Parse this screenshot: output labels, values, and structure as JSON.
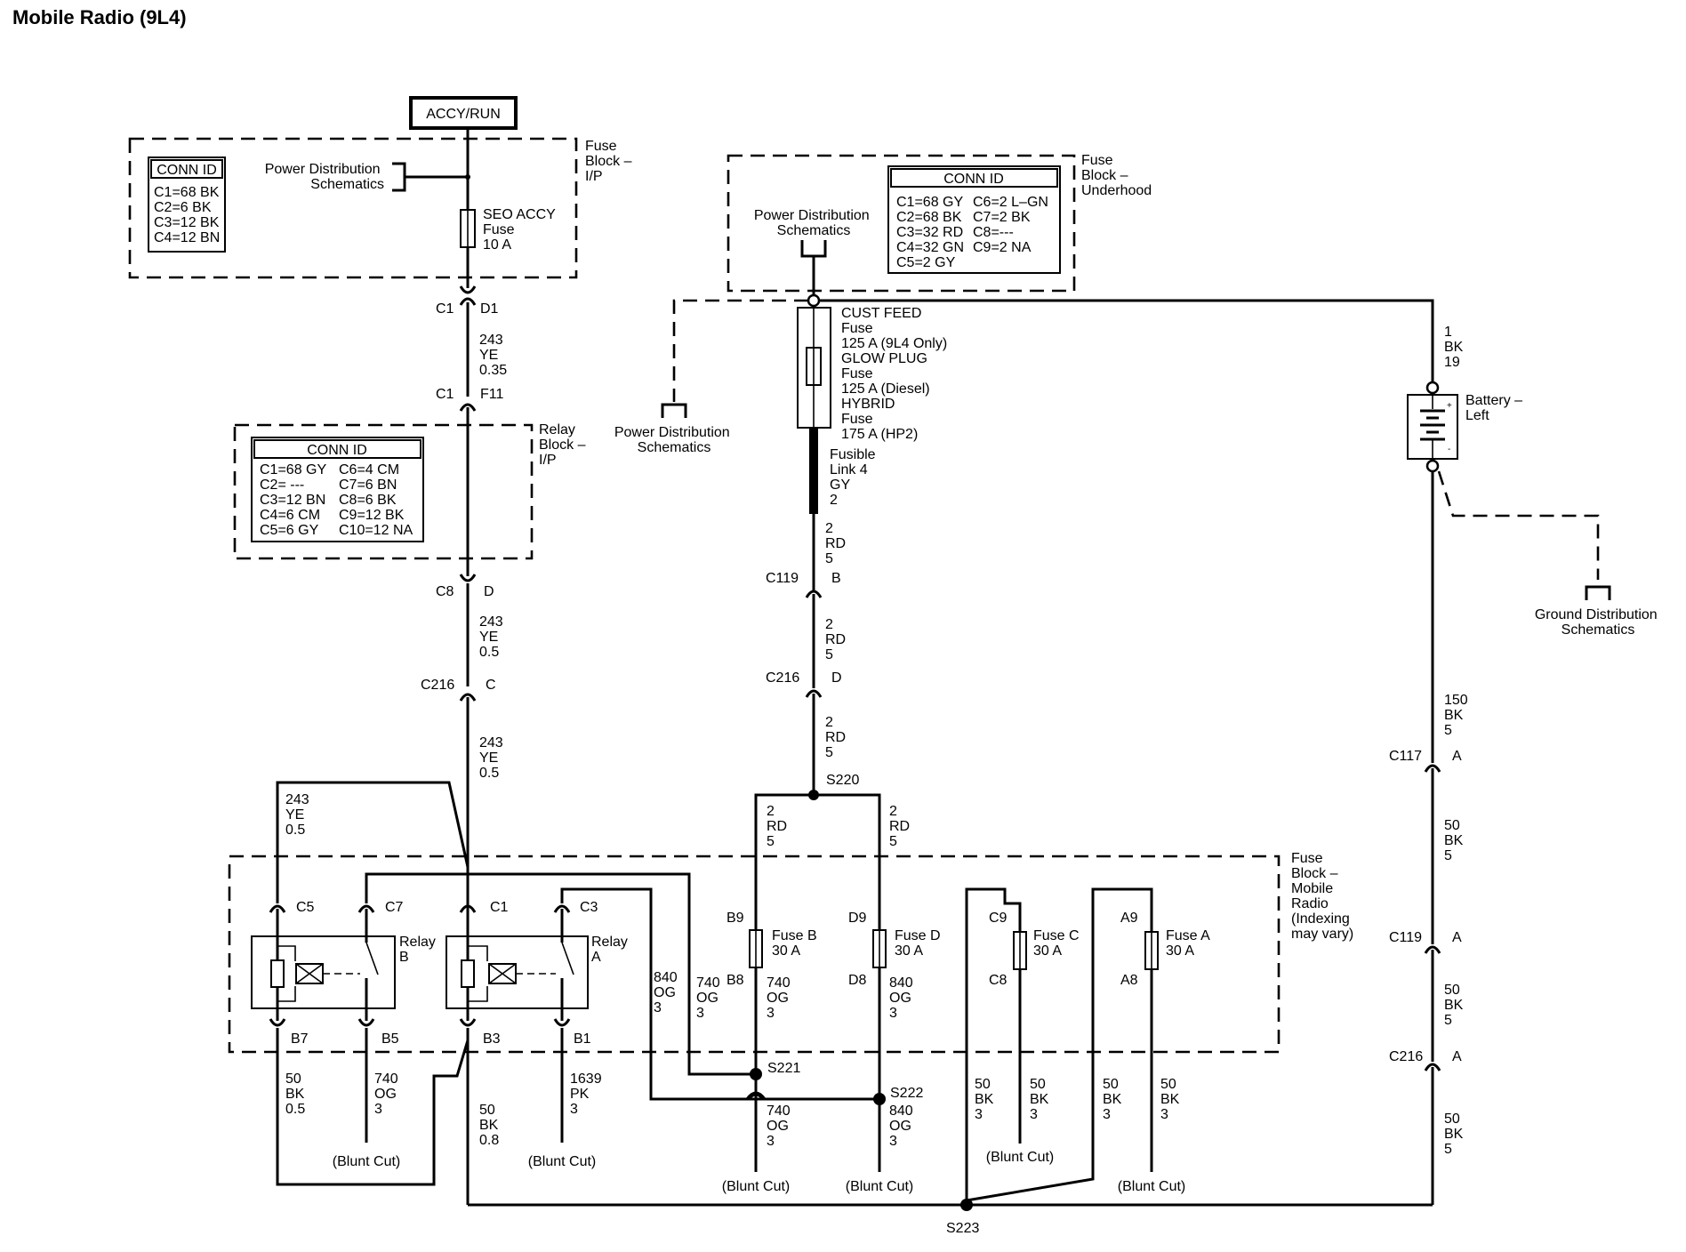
{
  "title": "Mobile Radio (9L4)",
  "top_power": "ACCY/RUN",
  "fuse_block_ip": {
    "label": [
      "Fuse",
      "Block –",
      "I/P"
    ],
    "conn_id_title": "CONN ID",
    "conn_ids": [
      "C1=68 BK",
      "C2=6 BK",
      "C3=12 BK",
      "C4=12 BN"
    ],
    "power_dist": [
      "Power Distribution",
      "Schematics"
    ],
    "fuse": [
      "SEO  ACCY",
      "Fuse",
      "10 A"
    ]
  },
  "relay_block_ip": {
    "label": [
      "Relay",
      "Block –",
      "I/P"
    ],
    "conn_id_title": "CONN ID",
    "conn_ids_left": [
      "C1=68 GY",
      "C2= ---",
      "C3=12 BN",
      "C4=6 CM",
      "C5=6 GY"
    ],
    "conn_ids_right": [
      "C6=4 CM",
      "C7=6 BN",
      "C8=6 BK",
      "C9=12 BK",
      "C10=12 NA"
    ]
  },
  "fuse_block_underhood": {
    "label": [
      "Fuse",
      "Block –",
      "Underhood"
    ],
    "conn_id_title": "CONN ID",
    "conn_ids_left": [
      "C1=68 GY",
      "C2=68 BK",
      "C3=32 RD",
      "C4=32 GN",
      "C5=2 GY"
    ],
    "conn_ids_right": [
      "C6=2 L–GN",
      "C7=2 BK",
      "C8=---",
      "C9=2 NA"
    ],
    "power_dist": [
      "Power Distribution",
      "Schematics"
    ],
    "cust_feed": [
      "CUST FEED",
      "Fuse",
      "125 A (9L4 Only)",
      "GLOW PLUG",
      "Fuse",
      "125 A (Diesel)",
      "HYBRID",
      "Fuse",
      "175 A (HP2)"
    ],
    "fusible_link": [
      "Fusible",
      "Link 4",
      "GY",
      "2"
    ]
  },
  "power_dist_side": [
    "Power Distribution",
    "Schematics"
  ],
  "battery": {
    "label": [
      "Battery –",
      "Left"
    ],
    "wire_top": [
      "1",
      "BK",
      "19"
    ]
  },
  "ground_dist": [
    "Ground Distribution",
    "Schematics"
  ],
  "left_connectors": {
    "c1_d1": [
      "C1",
      "D1"
    ],
    "wire_243_035": [
      "243",
      "YE",
      "0.35"
    ],
    "c1_f11": [
      "C1",
      "F11"
    ],
    "c8_d": [
      "C8",
      "D"
    ],
    "wire_243_05a": [
      "243",
      "YE",
      "0.5"
    ],
    "c216_c": [
      "C216",
      "C"
    ],
    "wire_243_05b": [
      "243",
      "YE",
      "0.5"
    ],
    "wire_243_05c": [
      "243",
      "YE",
      "0.5"
    ]
  },
  "mid_connectors": {
    "wire_2rd5_a": [
      "2",
      "RD",
      "5"
    ],
    "c119_b": [
      "C119",
      "B"
    ],
    "wire_2rd5_b": [
      "2",
      "RD",
      "5"
    ],
    "c216_d": [
      "C216",
      "D"
    ],
    "wire_2rd5_c": [
      "2",
      "RD",
      "5"
    ],
    "s220": "S220",
    "wire_2rd5_l": [
      "2",
      "RD",
      "5"
    ],
    "wire_2rd5_r": [
      "2",
      "RD",
      "5"
    ]
  },
  "right_connectors": {
    "wire_150": [
      "150",
      "BK",
      "5"
    ],
    "c117_a": [
      "C117",
      "A"
    ],
    "wire_50_a": [
      "50",
      "BK",
      "5"
    ],
    "c119_a": [
      "C119",
      "A"
    ],
    "wire_50_b": [
      "50",
      "BK",
      "5"
    ],
    "c216_a": [
      "C216",
      "A"
    ],
    "wire_50_c": [
      "50",
      "BK",
      "5"
    ]
  },
  "mobile_radio_block": {
    "label": [
      "Fuse",
      "Block –",
      "Mobile",
      "Radio",
      "(Indexing",
      "may vary)"
    ],
    "pins": {
      "c5": "C5",
      "c7": "C7",
      "c1": "C1",
      "c3": "C3",
      "b7": "B7",
      "b5": "B5",
      "b3": "B3",
      "b1": "B1",
      "b9": "B9",
      "b8": "B8",
      "d9": "D9",
      "d8": "D8",
      "c9": "C9",
      "c8": "C8",
      "a9": "A9",
      "a8": "A8"
    },
    "relay_b": [
      "Relay",
      "B"
    ],
    "relay_a": [
      "Relay",
      "A"
    ],
    "fuse_b": [
      "Fuse B",
      "30 A"
    ],
    "fuse_d": [
      "Fuse D",
      "30 A"
    ],
    "fuse_c": [
      "Fuse C",
      "30 A"
    ],
    "fuse_a": [
      "Fuse A",
      "30 A"
    ]
  },
  "bottom_wires": {
    "w_840_og_3_left": [
      "840",
      "OG",
      "3"
    ],
    "w_740_og_3_left": [
      "740",
      "OG",
      "3"
    ],
    "w_740_og_3_fb": [
      "740",
      "OG",
      "3"
    ],
    "w_840_og_3_fd": [
      "840",
      "OG",
      "3"
    ],
    "w_50_bk_05": [
      "50",
      "BK",
      "0.5"
    ],
    "w_740_og_3_b5": [
      "740",
      "OG",
      "3"
    ],
    "w_50_bk_08": [
      "50",
      "BK",
      "0.8"
    ],
    "w_1639_pk_3": [
      "1639",
      "PK",
      "3"
    ],
    "w_740_og_3_s221": [
      "740",
      "OG",
      "3"
    ],
    "w_840_og_3_s222": [
      "840",
      "OG",
      "3"
    ],
    "w_50_bk_3_a": [
      "50",
      "BK",
      "3"
    ],
    "w_50_bk_3_b": [
      "50",
      "BK",
      "3"
    ],
    "w_50_bk_3_c": [
      "50",
      "BK",
      "3"
    ],
    "w_50_bk_3_d": [
      "50",
      "BK",
      "3"
    ]
  },
  "splices": {
    "s221": "S221",
    "s222": "S222",
    "s223": "S223"
  },
  "blunt_cut": "(Blunt Cut)"
}
